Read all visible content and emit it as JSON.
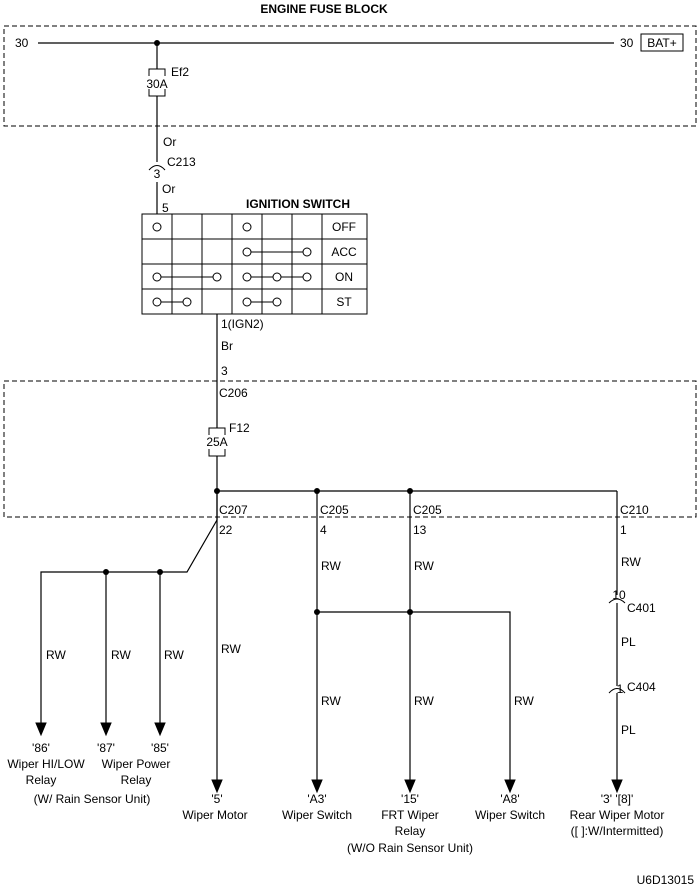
{
  "engine_fuse_block": {
    "title": "ENGINE FUSE BLOCK",
    "left_terminal": "30",
    "right_terminal": "30",
    "battery": "BAT+",
    "fuse_id": "Ef2",
    "fuse_rating": "30A"
  },
  "upper_wire": {
    "color_1": "Or",
    "connector": "C213",
    "pin": "3",
    "color_2": "Or",
    "switch_pin": "5"
  },
  "ignition_switch": {
    "title": "IGNITION SWITCH",
    "positions": [
      "OFF",
      "ACC",
      "ON",
      "ST"
    ],
    "output_pin": "1(IGN2)"
  },
  "mid_wire": {
    "color": "Br",
    "pin": "3",
    "connector": "C206",
    "fuse_id": "F12",
    "fuse_rating": "25A"
  },
  "branches": [
    {
      "connector": "C207",
      "pin": "22"
    },
    {
      "connector": "C205",
      "pin": "4"
    },
    {
      "connector": "C205",
      "pin": "13"
    },
    {
      "connector": "C210",
      "pin": "1"
    }
  ],
  "wire_color": "RW",
  "rear_wire": {
    "color_1": "RW",
    "c401_pin": "10",
    "c401": "C401",
    "color_2": "PL",
    "c404_pin": "1",
    "c404": "C404",
    "color_3": "PL"
  },
  "loads": {
    "l86": {
      "pin": "'86'",
      "line1": "Wiper HI/LOW",
      "line2": "Relay"
    },
    "l87": {
      "pin": "'87'"
    },
    "l85": {
      "pin": "'85'",
      "line1": "Wiper Power",
      "line2": "Relay"
    },
    "relay_note": "(W/ Rain Sensor Unit)",
    "l5": {
      "pin": "'5'",
      "line1": "Wiper Motor"
    },
    "la3": {
      "pin": "'A3'",
      "line1": "Wiper Switch"
    },
    "l15": {
      "pin": "'15'",
      "line1": "FRT Wiper",
      "line2": "Relay",
      "line3": "(W/O Rain Sensor Unit)"
    },
    "la8": {
      "pin": "'A8'",
      "line1": "Wiper Switch"
    },
    "lrear": {
      "pin": "'3' '[8]'",
      "line1": "Rear Wiper Motor",
      "line2": "([ ]:W/Intermitted)"
    }
  },
  "code": "U6D13015"
}
